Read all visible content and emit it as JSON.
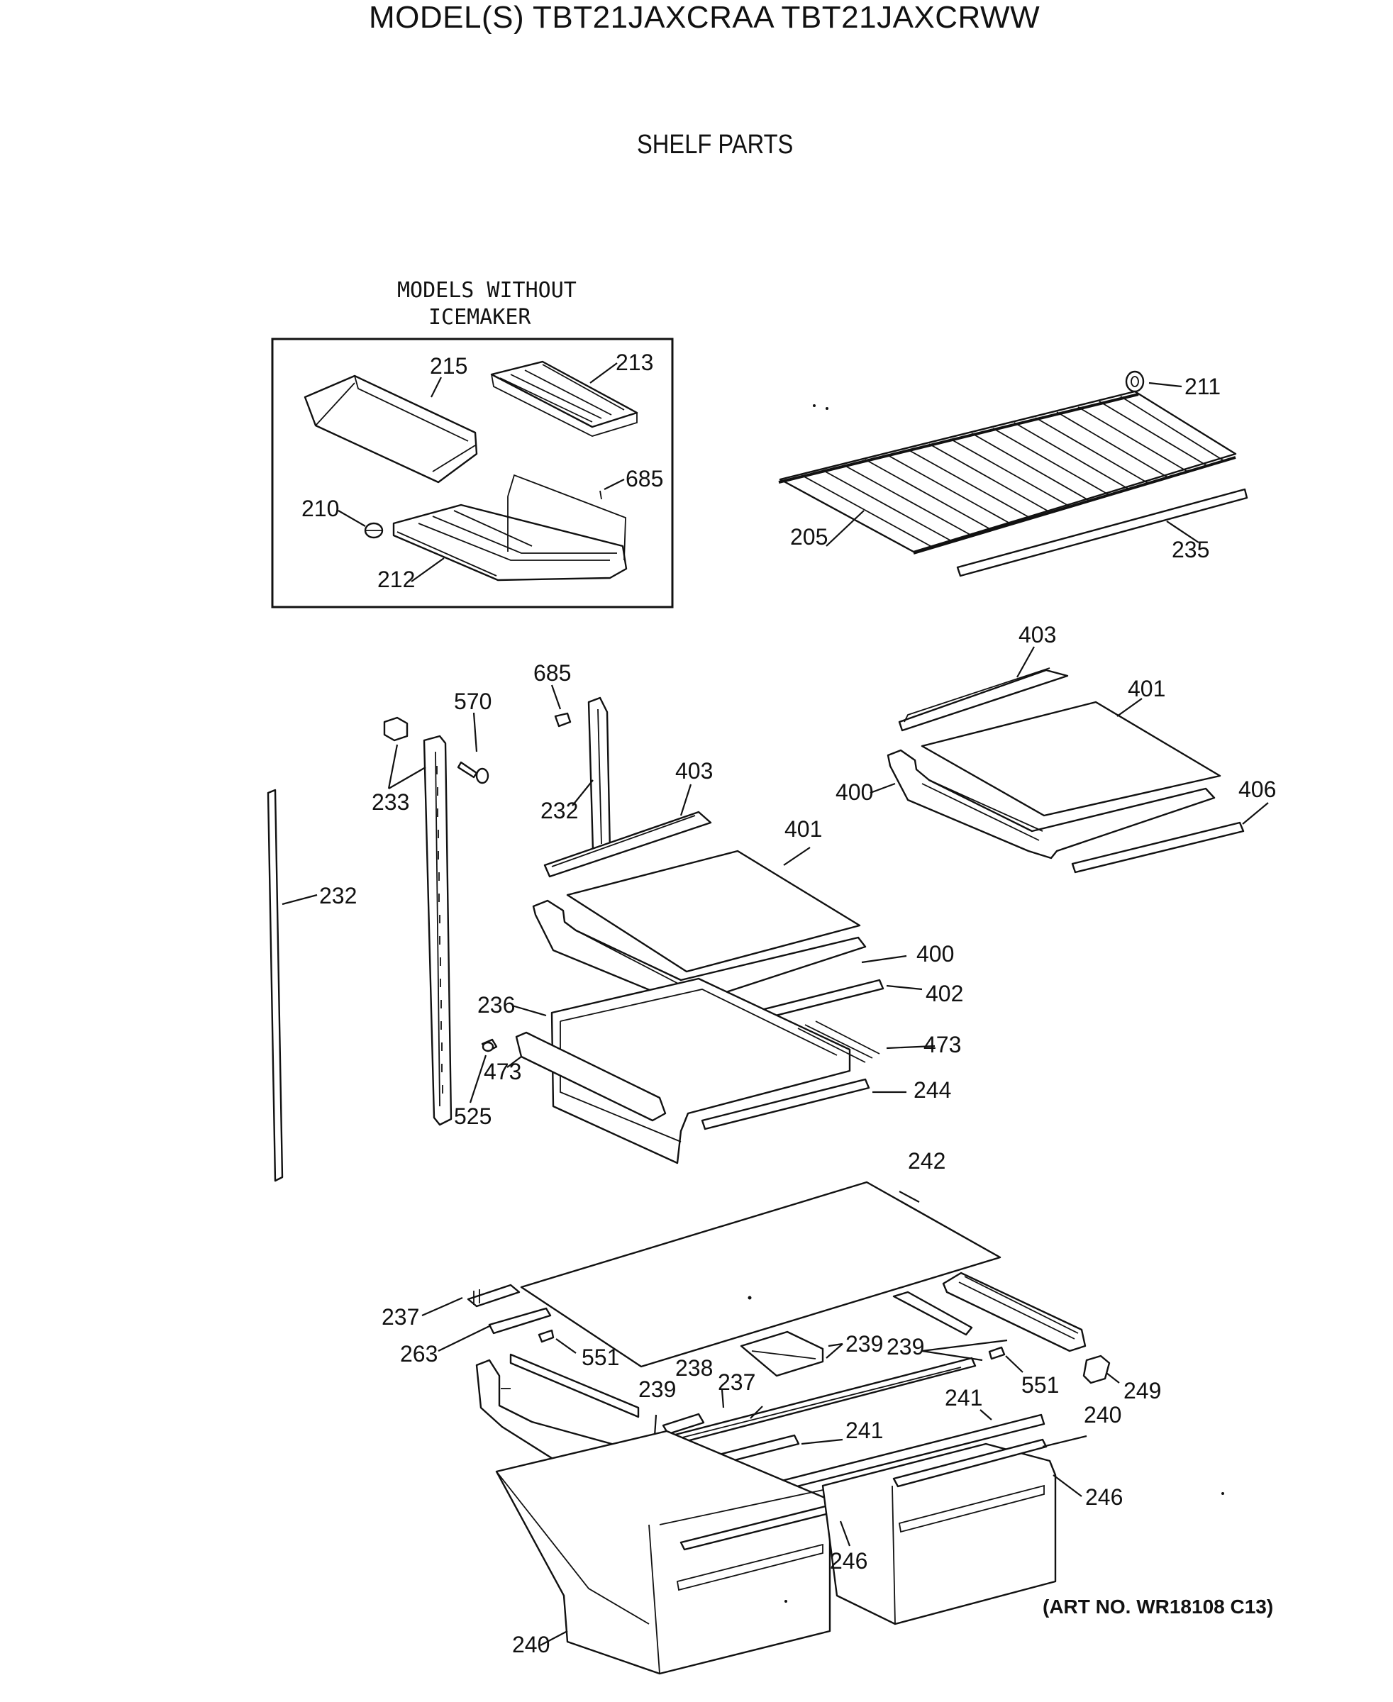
{
  "header": {
    "model_title": "MODEL(S) TBT21JAXCRAA  TBT21JAXCRWW",
    "section_title": "SHELF PARTS"
  },
  "inset": {
    "label_line1": "MODELS WITHOUT",
    "label_line2": "ICEMAKER"
  },
  "callouts": {
    "c215": "215",
    "c213": "213",
    "c685a": "685",
    "c210": "210",
    "c212": "212",
    "c211": "211",
    "c205": "205",
    "c235": "235",
    "c403a": "403",
    "c401a": "401",
    "c400a": "400",
    "c406": "406",
    "c685b": "685",
    "c570": "570",
    "c233": "233",
    "c232a": "232",
    "c232b": "232",
    "c403b": "403",
    "c401b": "401",
    "c400b": "400",
    "c402": "402",
    "c236": "236",
    "c473a": "473",
    "c473b": "473",
    "c244": "244",
    "c525": "525",
    "c242": "242",
    "c237a": "237",
    "c263": "263",
    "c551a": "551",
    "c239a": "239",
    "c239b": "239",
    "c239c": "239",
    "c238": "238",
    "c237b": "237",
    "c551b": "551",
    "c249": "249",
    "c241a": "241",
    "c241b": "241",
    "c240a": "240",
    "c246a": "246",
    "c246b": "246",
    "c240b": "240"
  },
  "footer": {
    "art_number": "(ART NO. WR18108 C13)"
  }
}
